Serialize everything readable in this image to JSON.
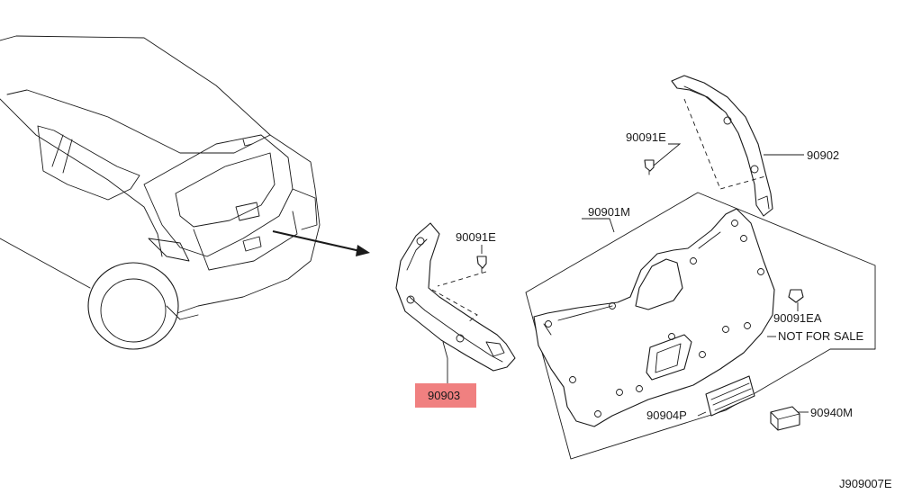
{
  "part_labels": {
    "p90091e_upper": "90091E",
    "p90902": "90902",
    "p90901m": "90901M",
    "p90091e_lower": "90091E",
    "p90091ea": "90091EA",
    "not_for_sale": "NOT FOR SALE",
    "p90903": "90903",
    "p90904p": "90904P",
    "p90940m": "90940M"
  },
  "highlighted_part": "90903",
  "highlight_color": "#f08080",
  "diagram_code": "J909007E"
}
